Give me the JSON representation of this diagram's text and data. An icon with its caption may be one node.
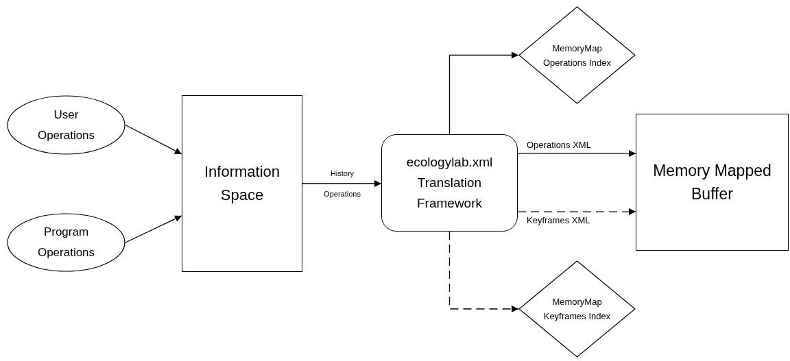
{
  "diagram": {
    "nodes": [
      {
        "text": [
          "User Operations"
        ]
      },
      {
        "text": [
          "Program Operations"
        ]
      },
      {
        "text": [
          "Information Space"
        ]
      },
      {
        "text": [
          "ecologylab.xml Translation Framework"
        ]
      },
      {
        "text": [
          "MemoryMap Operations Index"
        ]
      },
      {
        "text": [
          "Memory Mapped Buffer"
        ]
      },
      {
        "text": [
          "MemoryMap Keyframes Index"
        ]
      }
    ],
    "edges": [
      {
        "from": 0,
        "to": 2,
        "arrow": "to"
      },
      {
        "from": 1,
        "to": 2,
        "arrow": "to"
      },
      {
        "from": 2,
        "to": 3,
        "arrow": "to",
        "label": "History Operations"
      },
      {
        "from": 3,
        "to": 4,
        "arrow": "to"
      },
      {
        "from": 3,
        "to": 5,
        "arrow": "to",
        "label": "Operations XML"
      },
      {
        "from": 3,
        "to": 5,
        "arrow": "to",
        "label": "Keyframes XML",
        "style": "dashed"
      },
      {
        "from": 3,
        "to": 6,
        "arrow": "to",
        "style": "dashed"
      }
    ]
  }
}
